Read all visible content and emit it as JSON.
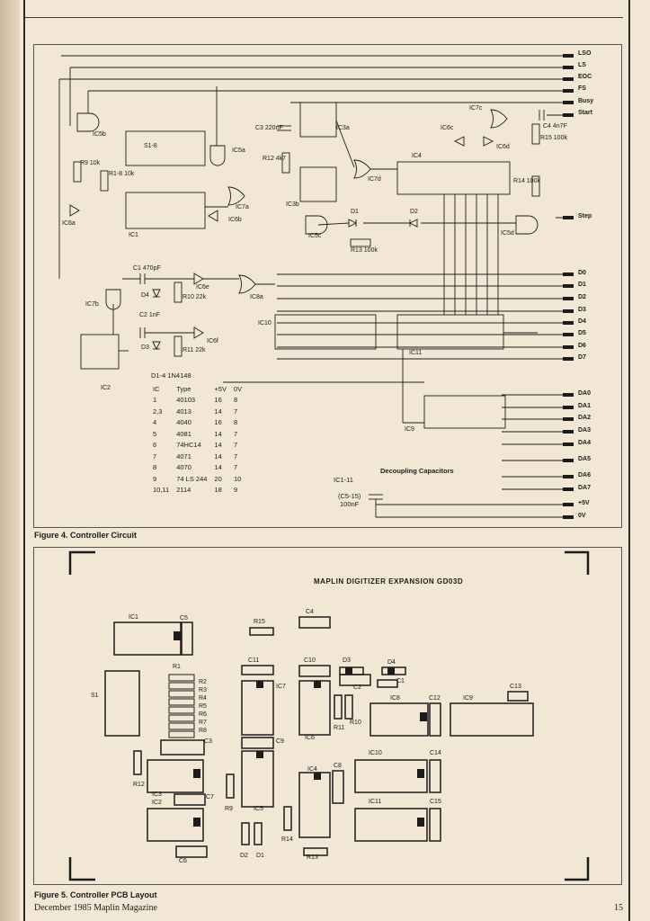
{
  "figure4": {
    "caption": "Figure 4. Controller Circuit",
    "signals_right": [
      "LSO",
      "LS",
      "EOC",
      "FS",
      "Busy",
      "Start",
      "Step",
      "D0",
      "D1",
      "D2",
      "D3",
      "D4",
      "D5",
      "D6",
      "D7",
      "DA0",
      "DA1",
      "DA2",
      "DA3",
      "DA4",
      "DA5",
      "DA6",
      "DA7",
      "+5V",
      "0V"
    ],
    "diode_note": "D1-4 1N4148",
    "ic_table": {
      "headers": [
        "IC",
        "Type",
        "+5V",
        "0V"
      ],
      "rows": [
        [
          "1",
          "40103",
          "16",
          "8"
        ],
        [
          "2,3",
          "4013",
          "14",
          "7"
        ],
        [
          "4",
          "4040",
          "16",
          "8"
        ],
        [
          "5",
          "4081",
          "14",
          "7"
        ],
        [
          "6",
          "74HC14",
          "14",
          "7"
        ],
        [
          "7",
          "4071",
          "14",
          "7"
        ],
        [
          "8",
          "4070",
          "14",
          "7"
        ],
        [
          "9",
          "74 LS 244",
          "20",
          "10"
        ],
        [
          "10,11",
          "2114",
          "18",
          "9"
        ]
      ]
    },
    "decoupling": {
      "title": "Decoupling Capacitors",
      "line1": "IC1-11",
      "line2": "(C5-15)",
      "line3": "100nF"
    },
    "ic_labels": [
      "IC5b",
      "IC5a",
      "IC3a",
      "IC3b",
      "IC7a",
      "IC6b",
      "IC7b",
      "IC6a",
      "IC1",
      "IC2",
      "IC10",
      "IC11",
      "IC9",
      "IC4",
      "IC5c",
      "IC5d",
      "IC6c",
      "IC6d",
      "IC7c",
      "IC7d",
      "IC8a",
      "IC6e",
      "IC6f"
    ],
    "part_labels": [
      "S1-8",
      "R1-8 10k",
      "R9 10k",
      "C3 220nF",
      "R12 4k7",
      "C4 4n7F",
      "R15 100k",
      "R14 100k",
      "R13 100k",
      "C1 470pF",
      "C2 1nF",
      "R10 22k",
      "R11 22k",
      "D1",
      "D2",
      "D3",
      "D4"
    ]
  },
  "figure5": {
    "caption": "Figure 5. Controller PCB Layout",
    "title": "MAPLIN DIGITIZER EXPANSION GD03D",
    "components": [
      "IC1",
      "C5",
      "R15",
      "C4",
      "S1",
      "R1",
      "R2",
      "R3",
      "R4",
      "R5",
      "R6",
      "R7",
      "R8",
      "C11",
      "C10",
      "D3",
      "D4",
      "IC7",
      "C2",
      "C1",
      "IC8",
      "C12",
      "IC9",
      "C13",
      "C3",
      "IC6",
      "R11",
      "R10",
      "C9",
      "R12",
      "IC3",
      "IC2",
      "C7",
      "R9",
      "IC5",
      "IC4",
      "C8",
      "IC10",
      "C14",
      "IC11",
      "C15",
      "R14",
      "C6",
      "D2",
      "D1",
      "R13"
    ]
  },
  "footer": {
    "left": "December 1985  Maplin Magazine",
    "page": "15"
  },
  "colors": {
    "paper": "#f1e7d4",
    "ink": "#1c1c1c"
  }
}
